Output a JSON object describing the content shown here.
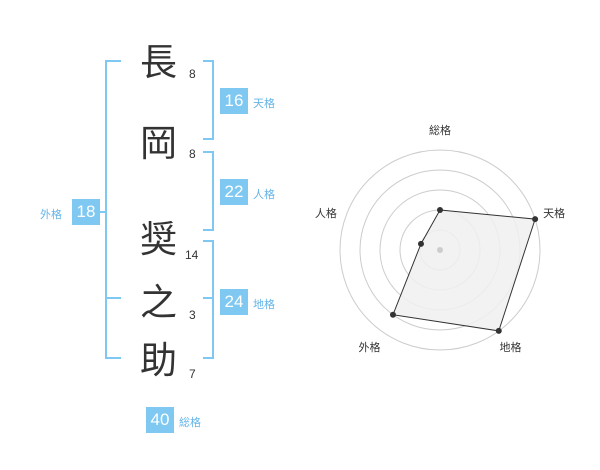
{
  "name": {
    "characters": [
      {
        "char": "長",
        "strokes": "8"
      },
      {
        "char": "岡",
        "strokes": "8"
      },
      {
        "char": "奨",
        "strokes": "14"
      },
      {
        "char": "之",
        "strokes": "3"
      },
      {
        "char": "助",
        "strokes": "7"
      }
    ]
  },
  "kakusu": {
    "tenkaku": {
      "value": "16",
      "label": "天格"
    },
    "jinkaku": {
      "value": "22",
      "label": "人格"
    },
    "chikaku": {
      "value": "24",
      "label": "地格"
    },
    "gaikaku": {
      "value": "18",
      "label": "外格"
    },
    "soukaku": {
      "value": "40",
      "label": "総格"
    }
  },
  "chart_data": {
    "type": "radar",
    "axes": [
      "総格",
      "天格",
      "地格",
      "外格",
      "人格"
    ],
    "values": [
      2,
      5,
      5,
      4,
      1
    ],
    "max": 5,
    "grid": true,
    "colors": {
      "fill": "#f0f0f0",
      "stroke": "#333333",
      "grid": "#cccccc",
      "point": "#333333",
      "center": "#cccccc"
    }
  }
}
